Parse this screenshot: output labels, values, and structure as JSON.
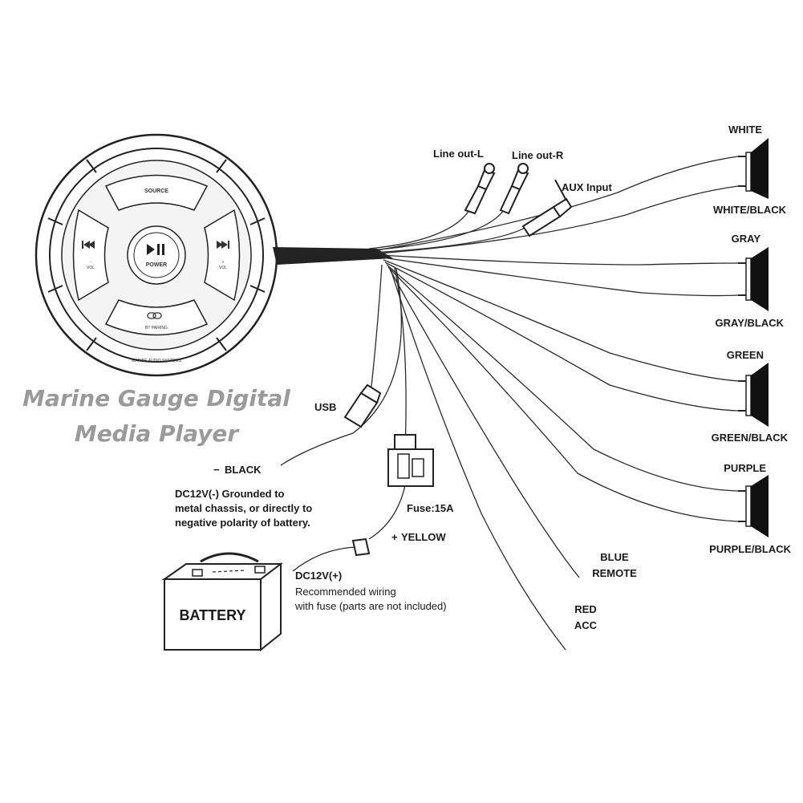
{
  "title": {
    "line1": "Marine Gauge Digital",
    "line2": "Media Player"
  },
  "device": {
    "source_label": "SOURCE",
    "power_label": "POWER",
    "vol_label": "VOL",
    "plus_label": "+",
    "minus_label": "-",
    "bluetooth_text": "BT PAIRING",
    "brand_text": "MARINE AUDIO SYSTEMS"
  },
  "connectors": {
    "line_out_l": "Line out-L",
    "line_out_r": "Line out-R",
    "aux_input": "AUX Input",
    "usb": "USB"
  },
  "speaker_wires": [
    {
      "top": "WHITE",
      "bottom": "WHITE/BLACK"
    },
    {
      "top": "GRAY",
      "bottom": "GRAY/BLACK"
    },
    {
      "top": "GREEN",
      "bottom": "GREEN/BLACK"
    },
    {
      "top": "PURPLE",
      "bottom": "PURPLE/BLACK"
    }
  ],
  "power": {
    "black_label": "BLACK",
    "black_note": [
      "DC12V(-) Grounded to",
      "metal chassis, or directly to",
      "negative polarity of battery."
    ],
    "fuse_label": "Fuse:15A",
    "yellow_label": "YELLOW",
    "dc_plus_label": "DC12V(+)",
    "dc_plus_note": [
      "Recommended wiring",
      "with fuse (parts are not included)"
    ],
    "battery_label": "BATTERY"
  },
  "remote": {
    "line1": "BLUE",
    "line2": "REMOTE"
  },
  "acc": {
    "line1": "RED",
    "line2": "ACC"
  },
  "colors": {
    "ink": "#1a1a1a",
    "title_gray": "#9a9a9a",
    "background": "#ffffff"
  }
}
